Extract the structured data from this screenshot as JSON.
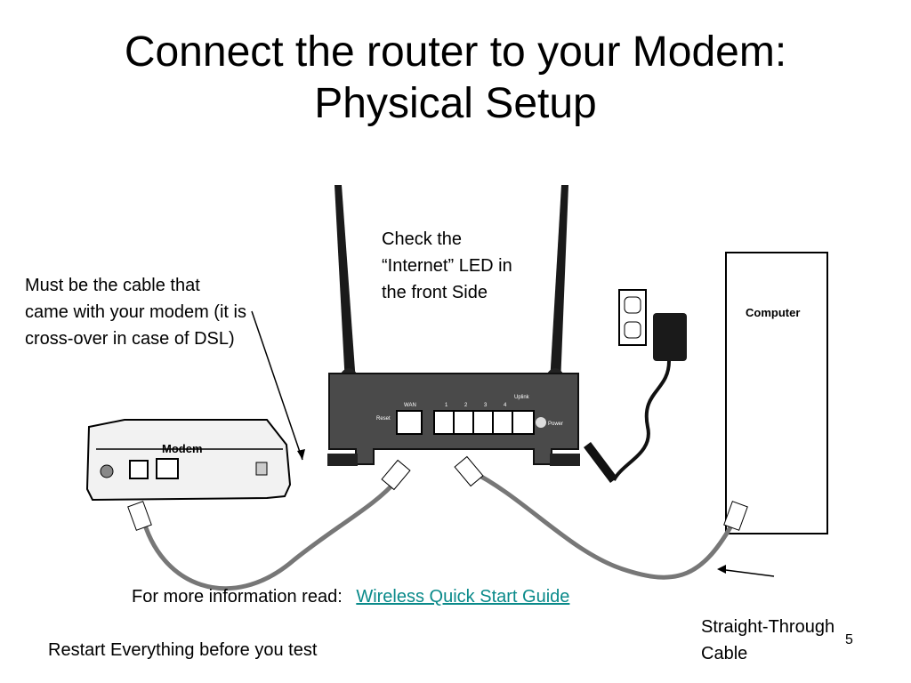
{
  "slide": {
    "title_line1": "Connect the router to your Modem:",
    "title_line2": "Physical Setup",
    "page_number": "5"
  },
  "notes": {
    "cable_note": "Must be the cable that came with your modem (it is cross-over in case of DSL)",
    "led_note": "Check the “Internet” LED in the front Side",
    "cable_type": "Straight-Through Cable",
    "restart": "Restart Everything before you test"
  },
  "info": {
    "prefix": "For more information read:",
    "link_text": "Wireless Quick Start Guide"
  },
  "devices": {
    "modem_label": "Modem",
    "computer_label": "Computer",
    "router_wan_label": "WAN",
    "router_reset_label": "Reset",
    "router_port_labels": [
      "1",
      "2",
      "3",
      "4",
      "Uplink"
    ],
    "router_power_label": "Power"
  },
  "colors": {
    "link": "#0a8a8a",
    "router_body": "#4a4a4a"
  }
}
